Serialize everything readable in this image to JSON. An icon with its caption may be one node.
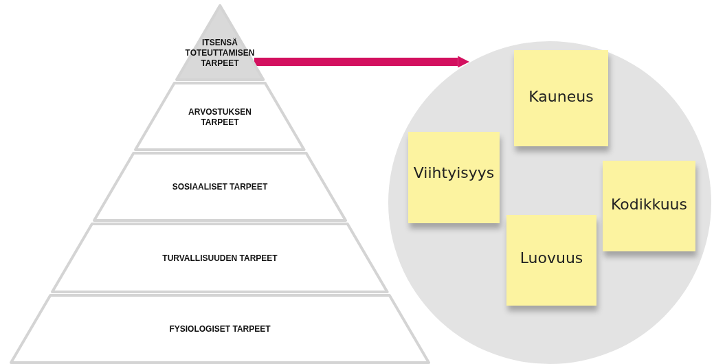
{
  "diagram": {
    "nodes": [
      {
        "text": [
          "ITSENSÄ TOTEUTTAMISEN TARPEET"
        ]
      },
      {
        "text": [
          "ARVOSTUKSEN TARPEET"
        ]
      },
      {
        "text": [
          "SOSIAALISET TARPEET"
        ]
      },
      {
        "text": [
          "TURVALLISUUDEN TARPEET"
        ]
      },
      {
        "text": [
          "FYSIOLOGISET TARPEET"
        ]
      },
      {
        "text": [],
        "shape": "circle"
      },
      {
        "text": [
          "Kauneus"
        ],
        "in": 5
      },
      {
        "text": [
          "Viihtyisyys"
        ],
        "in": 5
      },
      {
        "text": [
          "Kodikkuus"
        ],
        "in": 5
      },
      {
        "text": [
          "Luovuus"
        ],
        "in": 5
      }
    ],
    "edges": [
      {
        "from": 0,
        "to": 5,
        "arrow": "to",
        "color": "#d3105f"
      }
    ]
  }
}
